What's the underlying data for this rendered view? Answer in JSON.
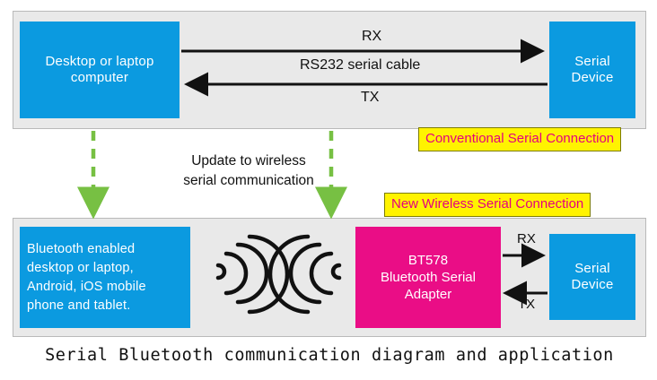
{
  "diagram": {
    "caption": "Serial Bluetooth communication diagram and application",
    "panels": {
      "top": {
        "badge": "Conventional Serial Connection",
        "desktop_box": {
          "line1": "Desktop or laptop",
          "line2": "computer"
        },
        "serial_device_box": {
          "line1": "Serial",
          "line2": "Device"
        },
        "arrow_top_label": "RX",
        "cable_label": "RS232 serial cable",
        "arrow_bottom_label": "TX"
      },
      "bottom": {
        "badge": "New Wireless Serial Connection",
        "bt_device_box": {
          "line1": "Bluetooth enabled",
          "line2": "desktop or laptop,",
          "line3": "Android, iOS mobile",
          "line4": "phone and tablet."
        },
        "adapter_box": {
          "line1": "BT578",
          "line2": "Bluetooth Serial",
          "line3": "Adapter"
        },
        "serial_device_box": {
          "line1": "Serial",
          "line2": "Device"
        },
        "arrow_top_label": "RX",
        "arrow_bottom_label": "TX"
      }
    },
    "transition": {
      "line1": "Update to wireless",
      "line2": "serial communication"
    },
    "colors": {
      "panel_fill": "#e9e9e9",
      "panel_border": "#b9b9b9",
      "blue_box": "#0b9ae0",
      "pink_box": "#ea0d86",
      "badge_fill": "#fff300",
      "badge_text": "#e4007f",
      "green_arrow": "#77c043",
      "line_black": "#111111"
    }
  }
}
